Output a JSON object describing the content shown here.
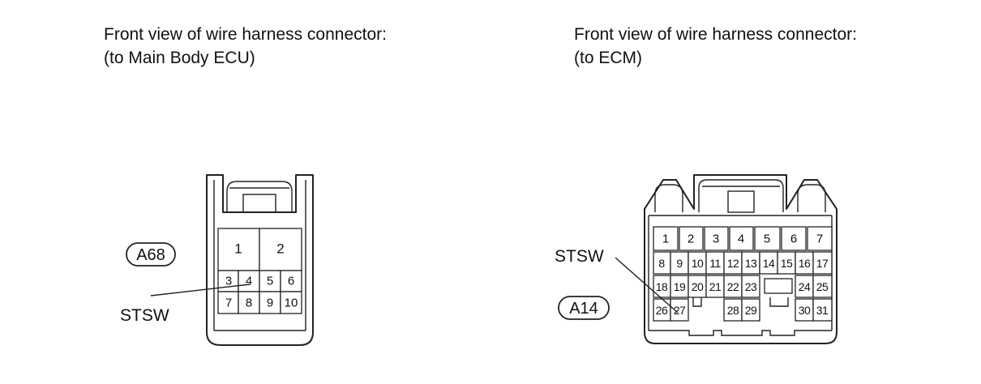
{
  "left_connector": {
    "caption_line1": "Front view of wire harness connector:",
    "caption_line2": "(to Main Body ECU)",
    "id": "A68",
    "signal_label": "STSW",
    "pins": {
      "p1": "1",
      "p2": "2",
      "p3": "3",
      "p4": "4",
      "p5": "5",
      "p6": "6",
      "p7": "7",
      "p8": "8",
      "p9": "9",
      "p10": "10"
    }
  },
  "right_connector": {
    "caption_line1": "Front view of wire harness connector:",
    "caption_line2": "(to ECM)",
    "id": "A14",
    "signal_label": "STSW",
    "pins": {
      "p1": "1",
      "p2": "2",
      "p3": "3",
      "p4": "4",
      "p5": "5",
      "p6": "6",
      "p7": "7",
      "p8": "8",
      "p9": "9",
      "p10": "10",
      "p11": "11",
      "p12": "12",
      "p13": "13",
      "p14": "14",
      "p15": "15",
      "p16": "16",
      "p17": "17",
      "p18": "18",
      "p19": "19",
      "p20": "20",
      "p21": "21",
      "p22": "22",
      "p23": "23",
      "p24": "24",
      "p25": "25",
      "p26": "26",
      "p27": "27",
      "p28": "28",
      "p29": "29",
      "p30": "30",
      "p31": "31"
    }
  },
  "colors": {
    "line": "#222222",
    "text": "#111111",
    "background": "#ffffff"
  }
}
